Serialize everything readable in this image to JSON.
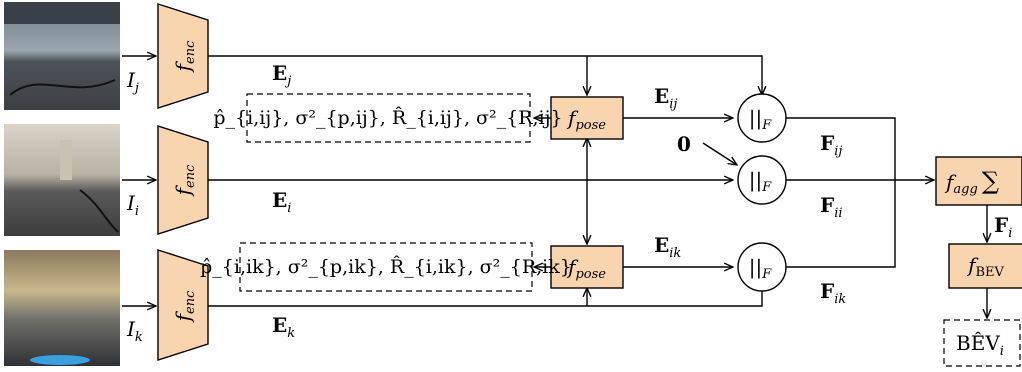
{
  "encoder": {
    "main": "f",
    "sub": "enc"
  },
  "inputs": [
    {
      "name": "I",
      "sub": "j"
    },
    {
      "name": "I",
      "sub": "i"
    },
    {
      "name": "I",
      "sub": "k"
    }
  ],
  "embeddings": [
    {
      "name": "E",
      "sub": "j"
    },
    {
      "name": "E",
      "sub": "i"
    },
    {
      "name": "E",
      "sub": "k"
    }
  ],
  "pose": {
    "main": "f",
    "sub": "pose",
    "upper_out": {
      "name": "E",
      "sub": "ij"
    },
    "lower_out": {
      "name": "E",
      "sub": "ik"
    },
    "upper_text": "p̂_{i,ij}, σ²_{p,ij}, R̂_{i,ij}, σ²_{R,ij}",
    "lower_text": "p̂_{i,ik}, σ²_{p,ik}, R̂_{i,ik}, σ²_{R,ik}"
  },
  "zero_label": "0",
  "concat": {
    "op": "||",
    "sub": "F"
  },
  "features": [
    {
      "name": "F",
      "sub": "ij"
    },
    {
      "name": "F",
      "sub": "ii"
    },
    {
      "name": "F",
      "sub": "ik"
    }
  ],
  "agg": {
    "main": "f",
    "sub": "agg",
    "sum_symbol": "∑"
  },
  "agg_out": {
    "name": "F",
    "sub": "i"
  },
  "bev": {
    "main": "f",
    "sub": "BEV"
  },
  "output": {
    "name": "BÊV",
    "sub": "i"
  },
  "colors": {
    "block": "#f8d5ae",
    "line": "#000000"
  },
  "icons": [
    "camera-image-j",
    "camera-image-i",
    "camera-image-k"
  ]
}
